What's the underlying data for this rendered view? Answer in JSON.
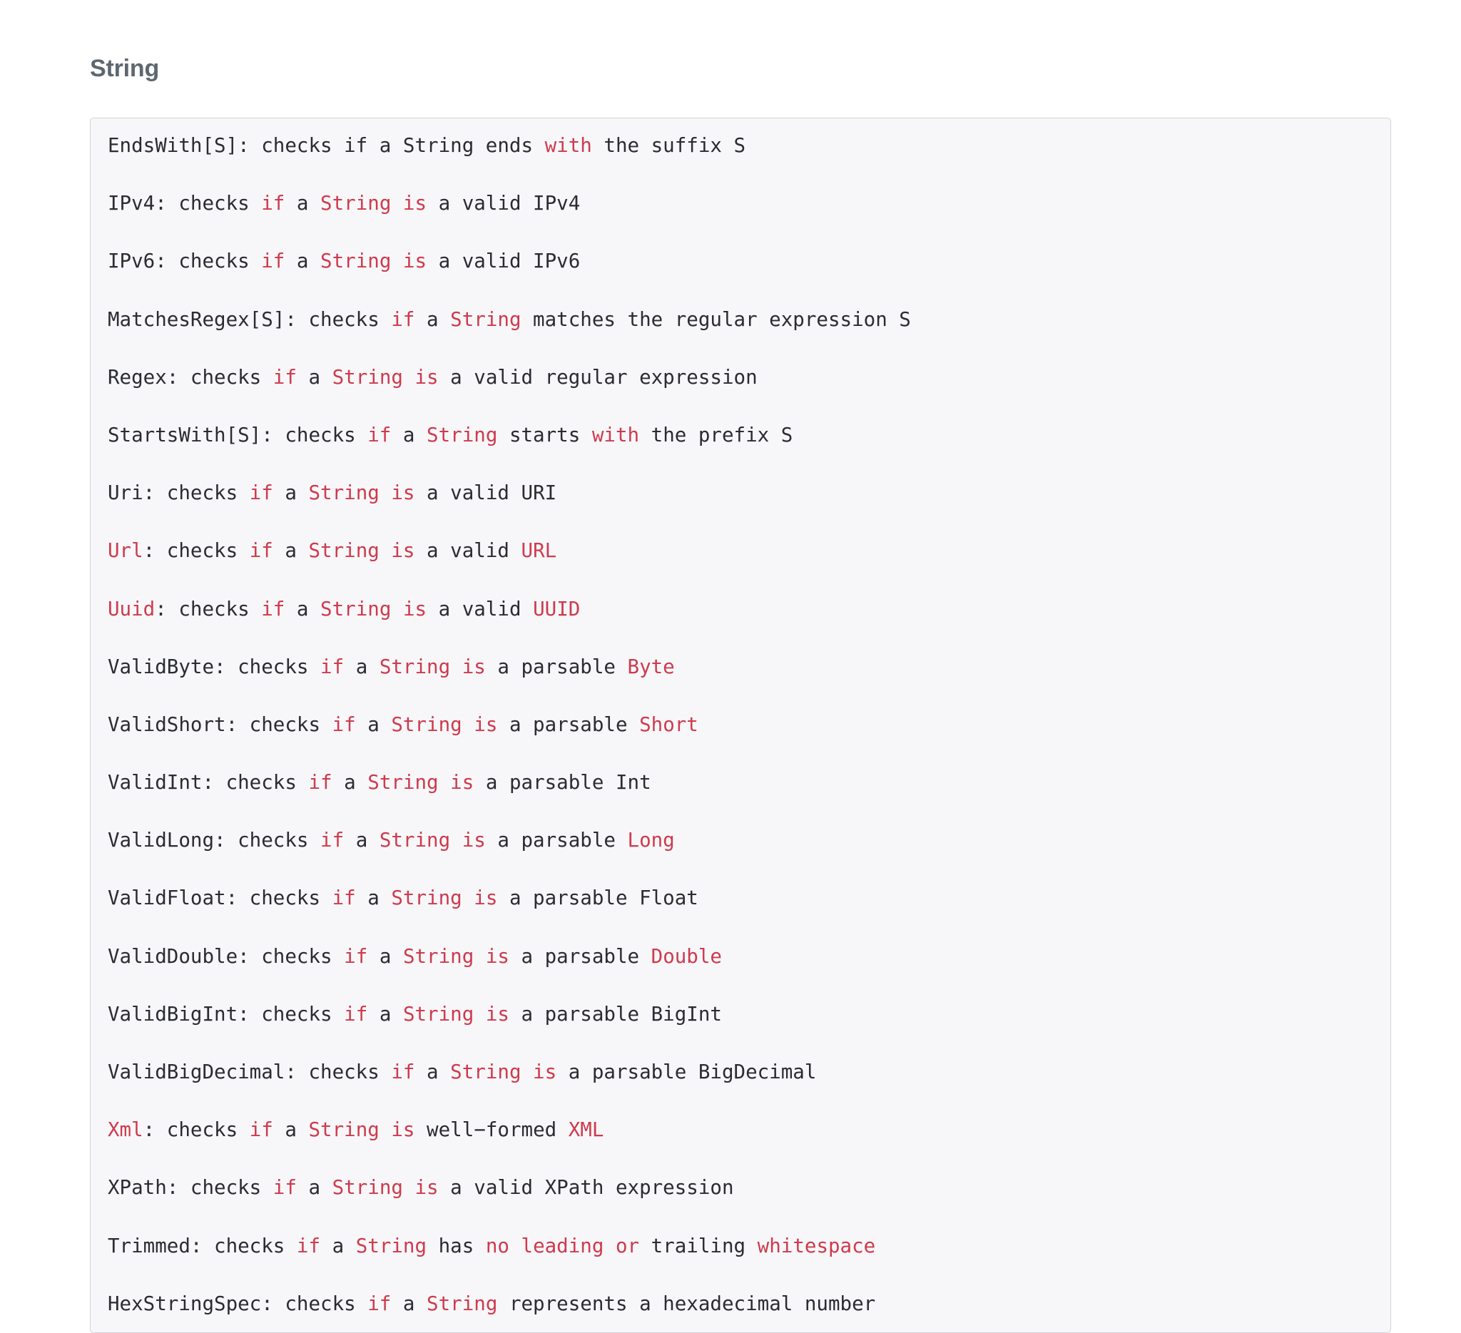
{
  "section": {
    "title": "String"
  },
  "colors": {
    "heading": "#5d6770",
    "code_text": "#2b2c33",
    "keyword": "#cf3a4d",
    "panel_background": "#f7f7f9",
    "panel_border": "#d3d3d8",
    "page_background": "#ffffff"
  },
  "code_panel": {
    "language": "text",
    "lines": [
      {
        "plain": "EndsWith[S]: checks if a String ends with the suffix S",
        "tokens": [
          {
            "t": "EndsWith[S]: checks if a String ends ",
            "kw": false
          },
          {
            "t": "with",
            "kw": true
          },
          {
            "t": " the suffix S",
            "kw": false
          }
        ]
      },
      {
        "plain": "IPv4: checks if a String is a valid IPv4",
        "tokens": [
          {
            "t": "IPv4: checks ",
            "kw": false
          },
          {
            "t": "if",
            "kw": true
          },
          {
            "t": " a ",
            "kw": false
          },
          {
            "t": "String is",
            "kw": true
          },
          {
            "t": " a valid IPv4",
            "kw": false
          }
        ]
      },
      {
        "plain": "IPv6: checks if a String is a valid IPv6",
        "tokens": [
          {
            "t": "IPv6: checks ",
            "kw": false
          },
          {
            "t": "if",
            "kw": true
          },
          {
            "t": " a ",
            "kw": false
          },
          {
            "t": "String is",
            "kw": true
          },
          {
            "t": " a valid IPv6",
            "kw": false
          }
        ]
      },
      {
        "plain": "MatchesRegex[S]: checks if a String matches the regular expression S",
        "tokens": [
          {
            "t": "MatchesRegex[S]: checks ",
            "kw": false
          },
          {
            "t": "if",
            "kw": true
          },
          {
            "t": " a ",
            "kw": false
          },
          {
            "t": "String",
            "kw": true
          },
          {
            "t": " matches the regular expression S",
            "kw": false
          }
        ]
      },
      {
        "plain": "Regex: checks if a String is a valid regular expression",
        "tokens": [
          {
            "t": "Regex: checks ",
            "kw": false
          },
          {
            "t": "if",
            "kw": true
          },
          {
            "t": " a ",
            "kw": false
          },
          {
            "t": "String is",
            "kw": true
          },
          {
            "t": " a valid regular expression",
            "kw": false
          }
        ]
      },
      {
        "plain": "StartsWith[S]: checks if a String starts with the prefix S",
        "tokens": [
          {
            "t": "StartsWith[S]: checks ",
            "kw": false
          },
          {
            "t": "if",
            "kw": true
          },
          {
            "t": " a ",
            "kw": false
          },
          {
            "t": "String",
            "kw": true
          },
          {
            "t": " starts ",
            "kw": false
          },
          {
            "t": "with",
            "kw": true
          },
          {
            "t": " the prefix S",
            "kw": false
          }
        ]
      },
      {
        "plain": "Uri: checks if a String is a valid URI",
        "tokens": [
          {
            "t": "Uri: checks ",
            "kw": false
          },
          {
            "t": "if",
            "kw": true
          },
          {
            "t": " a ",
            "kw": false
          },
          {
            "t": "String is",
            "kw": true
          },
          {
            "t": " a valid URI",
            "kw": false
          }
        ]
      },
      {
        "plain": "Url: checks if a String is a valid URL",
        "tokens": [
          {
            "t": "Url",
            "kw": true
          },
          {
            "t": ": checks ",
            "kw": false
          },
          {
            "t": "if",
            "kw": true
          },
          {
            "t": " a ",
            "kw": false
          },
          {
            "t": "String is",
            "kw": true
          },
          {
            "t": " a valid ",
            "kw": false
          },
          {
            "t": "URL",
            "kw": true
          }
        ]
      },
      {
        "plain": "Uuid: checks if a String is a valid UUID",
        "tokens": [
          {
            "t": "Uuid",
            "kw": true
          },
          {
            "t": ": checks ",
            "kw": false
          },
          {
            "t": "if",
            "kw": true
          },
          {
            "t": " a ",
            "kw": false
          },
          {
            "t": "String is",
            "kw": true
          },
          {
            "t": " a valid ",
            "kw": false
          },
          {
            "t": "UUID",
            "kw": true
          }
        ]
      },
      {
        "plain": "ValidByte: checks if a String is a parsable Byte",
        "tokens": [
          {
            "t": "ValidByte: checks ",
            "kw": false
          },
          {
            "t": "if",
            "kw": true
          },
          {
            "t": " a ",
            "kw": false
          },
          {
            "t": "String is",
            "kw": true
          },
          {
            "t": " a parsable ",
            "kw": false
          },
          {
            "t": "Byte",
            "kw": true
          }
        ]
      },
      {
        "plain": "ValidShort: checks if a String is a parsable Short",
        "tokens": [
          {
            "t": "ValidShort: checks ",
            "kw": false
          },
          {
            "t": "if",
            "kw": true
          },
          {
            "t": " a ",
            "kw": false
          },
          {
            "t": "String is",
            "kw": true
          },
          {
            "t": " a parsable ",
            "kw": false
          },
          {
            "t": "Short",
            "kw": true
          }
        ]
      },
      {
        "plain": "ValidInt: checks if a String is a parsable Int",
        "tokens": [
          {
            "t": "ValidInt: checks ",
            "kw": false
          },
          {
            "t": "if",
            "kw": true
          },
          {
            "t": " a ",
            "kw": false
          },
          {
            "t": "String is",
            "kw": true
          },
          {
            "t": " a parsable Int",
            "kw": false
          }
        ]
      },
      {
        "plain": "ValidLong: checks if a String is a parsable Long",
        "tokens": [
          {
            "t": "ValidLong: checks ",
            "kw": false
          },
          {
            "t": "if",
            "kw": true
          },
          {
            "t": " a ",
            "kw": false
          },
          {
            "t": "String is",
            "kw": true
          },
          {
            "t": " a parsable ",
            "kw": false
          },
          {
            "t": "Long",
            "kw": true
          }
        ]
      },
      {
        "plain": "ValidFloat: checks if a String is a parsable Float",
        "tokens": [
          {
            "t": "ValidFloat: checks ",
            "kw": false
          },
          {
            "t": "if",
            "kw": true
          },
          {
            "t": " a ",
            "kw": false
          },
          {
            "t": "String is",
            "kw": true
          },
          {
            "t": " a parsable Float",
            "kw": false
          }
        ]
      },
      {
        "plain": "ValidDouble: checks if a String is a parsable Double",
        "tokens": [
          {
            "t": "ValidDouble: checks ",
            "kw": false
          },
          {
            "t": "if",
            "kw": true
          },
          {
            "t": " a ",
            "kw": false
          },
          {
            "t": "String is",
            "kw": true
          },
          {
            "t": " a parsable ",
            "kw": false
          },
          {
            "t": "Double",
            "kw": true
          }
        ]
      },
      {
        "plain": "ValidBigInt: checks if a String is a parsable BigInt",
        "tokens": [
          {
            "t": "ValidBigInt: checks ",
            "kw": false
          },
          {
            "t": "if",
            "kw": true
          },
          {
            "t": " a ",
            "kw": false
          },
          {
            "t": "String is",
            "kw": true
          },
          {
            "t": " a parsable BigInt",
            "kw": false
          }
        ]
      },
      {
        "plain": "ValidBigDecimal: checks if a String is a parsable BigDecimal",
        "tokens": [
          {
            "t": "ValidBigDecimal: checks ",
            "kw": false
          },
          {
            "t": "if",
            "kw": true
          },
          {
            "t": " a ",
            "kw": false
          },
          {
            "t": "String is",
            "kw": true
          },
          {
            "t": " a parsable BigDecimal",
            "kw": false
          }
        ]
      },
      {
        "plain": "Xml: checks if a String is well-formed XML",
        "tokens": [
          {
            "t": "Xml",
            "kw": true
          },
          {
            "t": ": checks ",
            "kw": false
          },
          {
            "t": "if",
            "kw": true
          },
          {
            "t": " a ",
            "kw": false
          },
          {
            "t": "String is",
            "kw": true
          },
          {
            "t": " well−formed ",
            "kw": false
          },
          {
            "t": "XML",
            "kw": true
          }
        ]
      },
      {
        "plain": "XPath: checks if a String is a valid XPath expression",
        "tokens": [
          {
            "t": "XPath: checks ",
            "kw": false
          },
          {
            "t": "if",
            "kw": true
          },
          {
            "t": " a ",
            "kw": false
          },
          {
            "t": "String is",
            "kw": true
          },
          {
            "t": " a valid XPath expression",
            "kw": false
          }
        ]
      },
      {
        "plain": "Trimmed: checks if a String has no leading or trailing whitespace",
        "tokens": [
          {
            "t": "Trimmed: checks ",
            "kw": false
          },
          {
            "t": "if",
            "kw": true
          },
          {
            "t": " a ",
            "kw": false
          },
          {
            "t": "String",
            "kw": true
          },
          {
            "t": " has ",
            "kw": false
          },
          {
            "t": "no leading or",
            "kw": true
          },
          {
            "t": " trailing ",
            "kw": false
          },
          {
            "t": "whitespace",
            "kw": true
          }
        ]
      },
      {
        "plain": "HexStringSpec: checks if a String represents a hexadecimal number",
        "tokens": [
          {
            "t": "HexStringSpec: checks ",
            "kw": false
          },
          {
            "t": "if",
            "kw": true
          },
          {
            "t": " a ",
            "kw": false
          },
          {
            "t": "String",
            "kw": true
          },
          {
            "t": " represents a hexadecimal number",
            "kw": false
          }
        ]
      }
    ]
  }
}
